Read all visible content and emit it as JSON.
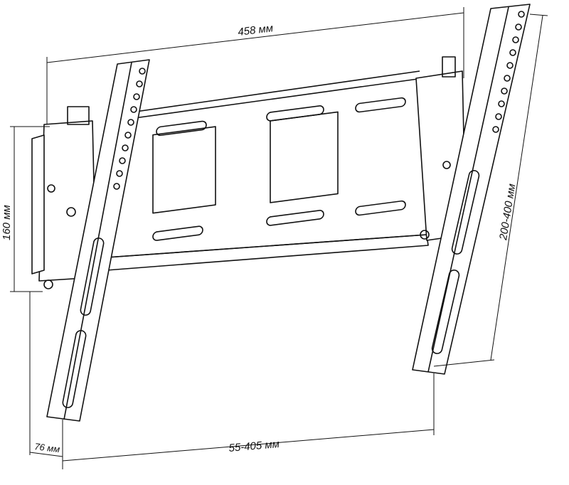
{
  "dimensions": {
    "width": "458 мм",
    "height": "160 мм",
    "vertical_range": "200-400 мм",
    "depth": "76 мм",
    "horizontal_range": "55-405 мм"
  }
}
